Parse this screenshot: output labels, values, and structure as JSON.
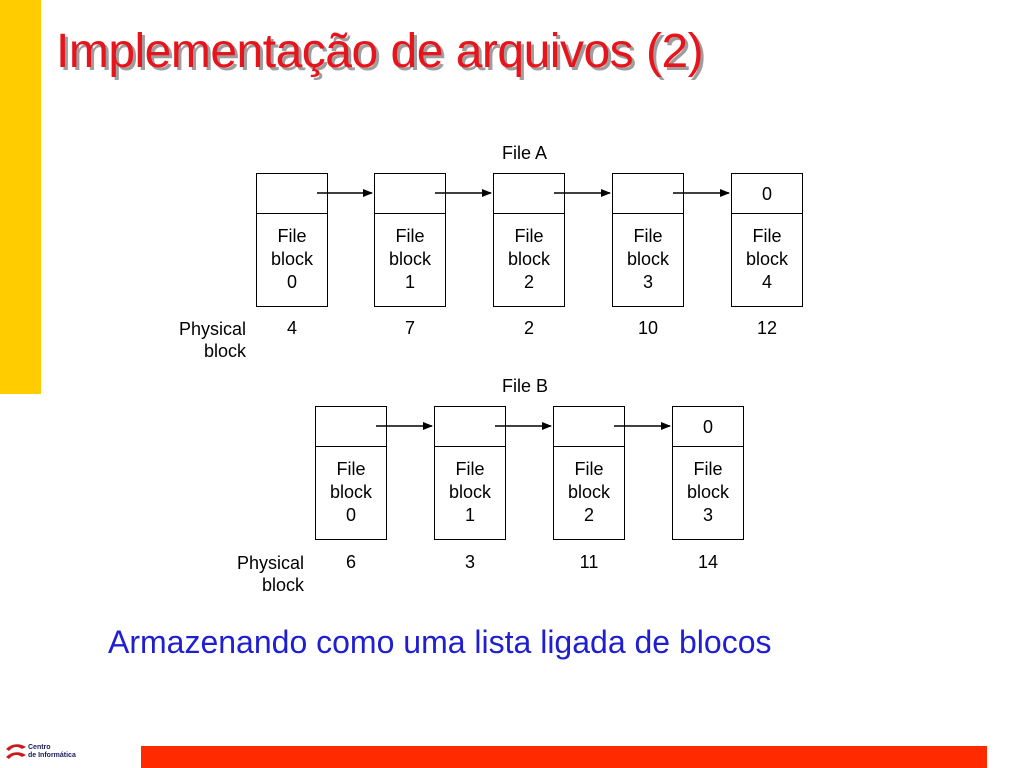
{
  "title": "Implementação de arquivos (2)",
  "caption": "Armazenando como uma lista ligada de blocos",
  "colors": {
    "title": "#e8141b",
    "caption": "#1f1fd1",
    "side_bar": "#ffcc00",
    "bottom_bar": "#ff2a00"
  },
  "diagram": {
    "physical_label": [
      "Physical",
      "block"
    ],
    "file_a": {
      "label": "File A",
      "blocks": [
        {
          "line1": "File",
          "line2": "block",
          "line3": "0",
          "pointer": "",
          "physical": "4"
        },
        {
          "line1": "File",
          "line2": "block",
          "line3": "1",
          "pointer": "",
          "physical": "7"
        },
        {
          "line1": "File",
          "line2": "block",
          "line3": "2",
          "pointer": "",
          "physical": "2"
        },
        {
          "line1": "File",
          "line2": "block",
          "line3": "3",
          "pointer": "",
          "physical": "10"
        },
        {
          "line1": "File",
          "line2": "block",
          "line3": "4",
          "pointer": "0",
          "physical": "12"
        }
      ]
    },
    "file_b": {
      "label": "File B",
      "blocks": [
        {
          "line1": "File",
          "line2": "block",
          "line3": "0",
          "pointer": "",
          "physical": "6"
        },
        {
          "line1": "File",
          "line2": "block",
          "line3": "1",
          "pointer": "",
          "physical": "3"
        },
        {
          "line1": "File",
          "line2": "block",
          "line3": "2",
          "pointer": "",
          "physical": "11"
        },
        {
          "line1": "File",
          "line2": "block",
          "line3": "3",
          "pointer": "0",
          "physical": "14"
        }
      ]
    }
  },
  "logo": {
    "line1": "Centro",
    "line2": "de Informática"
  }
}
